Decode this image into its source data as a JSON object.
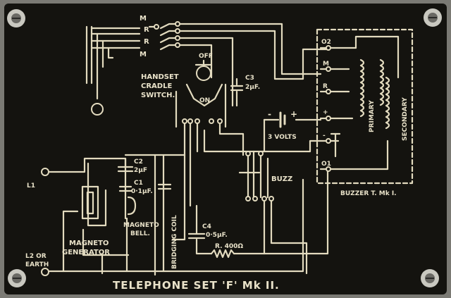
{
  "colors": {
    "plate": "#14130f",
    "ink": "#e3dbbf",
    "frame": "#7b7a74",
    "screw": "#c9c8c0"
  },
  "switch_labels": [
    "M",
    "R",
    "R",
    "M"
  ],
  "cradle_switch": {
    "off": "OFF",
    "on": "ON",
    "title": [
      "HANDSET",
      "CRADLE",
      "SWITCH."
    ]
  },
  "c3": {
    "name": "C3",
    "value": "2μF."
  },
  "battery": {
    "plus": "+",
    "minus": "-",
    "label": "3 VOLTS"
  },
  "buzz": "BUZZ",
  "buzzer": {
    "title": "BUZZER T. Mk I.",
    "terminals": [
      "O2",
      "M",
      "R",
      "+",
      "-",
      "O1"
    ],
    "primary": "PRIMARY",
    "secondary": "SECONDARY"
  },
  "c2": {
    "name": "C2",
    "value": "2μF"
  },
  "c1": {
    "name": "C1",
    "value": "0·1μF."
  },
  "l1": "L1",
  "magneto_bell": [
    "MAGNETO",
    "BELL."
  ],
  "bridging_coil": "BRIDGING COIL",
  "magneto_generator": [
    "MAGNETO",
    "GENERATOR"
  ],
  "c4": {
    "name": "C4",
    "value": "0·5μF."
  },
  "resistor": "R. 400Ω",
  "l2": [
    "L2  OR",
    "EARTH"
  ],
  "footer": "TELEPHONE SET 'F' Mk II."
}
